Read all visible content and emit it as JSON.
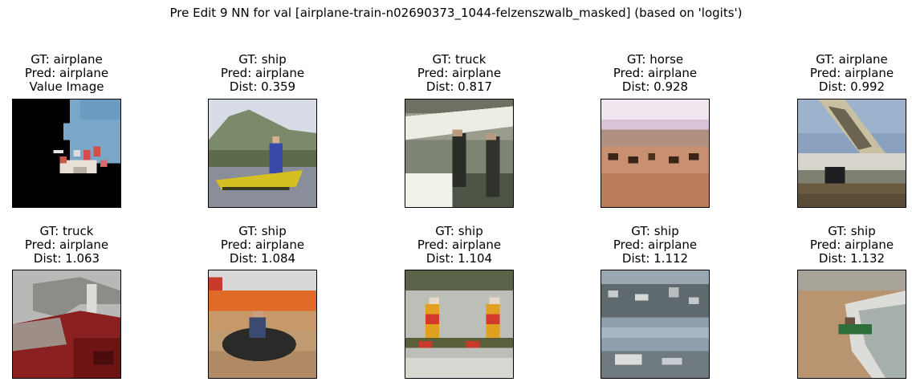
{
  "title": "Pre Edit 9 NN for val [airplane-train-n02690373_1044-felzenszwalb_masked] (based on 'logits')",
  "panels": [
    {
      "gt": "GT: airplane",
      "pred": "Pred: airplane",
      "info": "Value Image",
      "image": "masked-airplane"
    },
    {
      "gt": "GT: ship",
      "pred": "Pred: airplane",
      "info": "Dist: 0.359",
      "image": "ship-yellow-boat"
    },
    {
      "gt": "GT: truck",
      "pred": "Pred: airplane",
      "info": "Dist: 0.817",
      "image": "truck-people"
    },
    {
      "gt": "GT: horse",
      "pred": "Pred: airplane",
      "info": "Dist: 0.928",
      "image": "horse-field"
    },
    {
      "gt": "GT: airplane",
      "pred": "Pred: airplane",
      "info": "Dist: 0.992",
      "image": "airplane-tail"
    },
    {
      "gt": "GT: truck",
      "pred": "Pred: airplane",
      "info": "Dist: 1.063",
      "image": "truck-red"
    },
    {
      "gt": "GT: ship",
      "pred": "Pred: airplane",
      "info": "Dist: 1.084",
      "image": "ship-raft"
    },
    {
      "gt": "GT: ship",
      "pred": "Pred: airplane",
      "info": "Dist: 1.104",
      "image": "ship-rowers"
    },
    {
      "gt": "GT: ship",
      "pred": "Pred: airplane",
      "info": "Dist: 1.112",
      "image": "ship-harbor"
    },
    {
      "gt": "GT: ship",
      "pred": "Pred: airplane",
      "info": "Dist: 1.132",
      "image": "ship-beach"
    }
  ]
}
